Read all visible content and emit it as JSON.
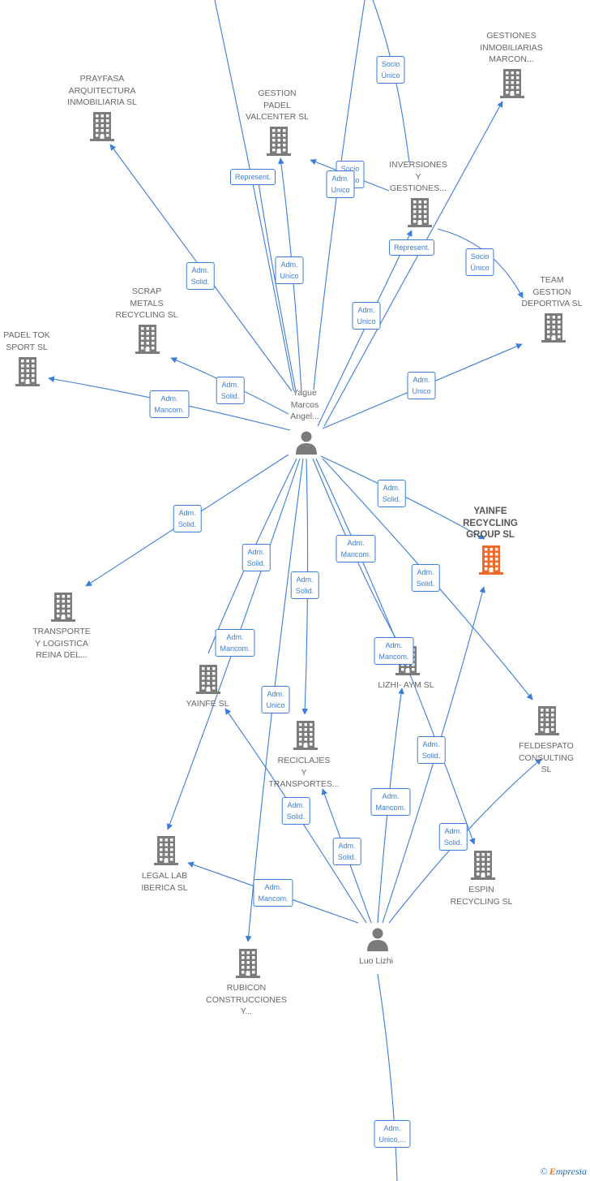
{
  "colors": {
    "edge": "#3b7dd8",
    "building": "#7b7b7b",
    "highlight": "#f06a2b",
    "person": "#7b7b7b"
  },
  "nodes": [
    {
      "id": "prayfasa",
      "type": "company",
      "title": "PRAYFASA\nARQUITECTURA\nINMOBILIARIA SL"
    },
    {
      "id": "gestionpadel",
      "type": "company",
      "title": "GESTION\nPADEL\nVALCENTER SL"
    },
    {
      "id": "gestionesinm",
      "type": "company",
      "title": "GESTIONES\nINMOBILIARIAS\nMARCON..."
    },
    {
      "id": "inversiones",
      "type": "company",
      "title": "INVERSIONES\nY\nGESTIONES..."
    },
    {
      "id": "team",
      "type": "company",
      "title": "TEAM\nGESTION\nDEPORTIVA SL"
    },
    {
      "id": "scrap",
      "type": "company",
      "title": "SCRAP\nMETALS\nRECYCLING SL"
    },
    {
      "id": "padeltok",
      "type": "company",
      "title": "PADEL TOK\nSPORT SL"
    },
    {
      "id": "yague",
      "type": "person",
      "title": "Yague\nMarcos\nAngel..."
    },
    {
      "id": "yainfe_rg",
      "type": "company",
      "highlight": true,
      "title": "YAINFE\nRECYCLING\nGROUP SL"
    },
    {
      "id": "transporte",
      "type": "company",
      "title": "TRANSPORTE\nY LOGISTICA\nREINA DEL..."
    },
    {
      "id": "yainfe",
      "type": "company",
      "title": "YAINFE SL"
    },
    {
      "id": "lizhi",
      "type": "company",
      "title": "LIZHI- AYM SL"
    },
    {
      "id": "feldespato",
      "type": "company",
      "title": "FELDESPATO\nCONSULTING\nSL"
    },
    {
      "id": "reciclajes",
      "type": "company",
      "title": "RECICLAJES\nY\nTRANSPORTES..."
    },
    {
      "id": "legallab",
      "type": "company",
      "title": "LEGAL LAB\nIBERICA SL"
    },
    {
      "id": "espin",
      "type": "company",
      "title": "ESPIN\nRECYCLING SL"
    },
    {
      "id": "luo",
      "type": "person",
      "title": "Luo Lizhi"
    },
    {
      "id": "rubicon",
      "type": "company",
      "title": "RUBICON\nCONSTRUCCIONES\nY..."
    }
  ],
  "edge_labels": [
    {
      "id": "l1",
      "text": "Socio\nÚnico"
    },
    {
      "id": "l2",
      "text": "Represent."
    },
    {
      "id": "l3",
      "text": "Socio\nÚnico"
    },
    {
      "id": "l4",
      "text": "Adm.\nUnico"
    },
    {
      "id": "l5",
      "text": "Represent."
    },
    {
      "id": "l6",
      "text": "Socio\nÚnico"
    },
    {
      "id": "l7",
      "text": "Adm.\nSolid."
    },
    {
      "id": "l8",
      "text": "Adm.\nUnico"
    },
    {
      "id": "l9",
      "text": "Adm.\nUnico"
    },
    {
      "id": "l10",
      "text": "Adm.\nSolid."
    },
    {
      "id": "l11",
      "text": "Adm.\nMancom."
    },
    {
      "id": "l12",
      "text": "Adm.\nUnico"
    },
    {
      "id": "l13",
      "text": "Adm.\nSolid."
    },
    {
      "id": "l14",
      "text": "Adm.\nSolid."
    },
    {
      "id": "l15",
      "text": "Adm.\nSolid."
    },
    {
      "id": "l16",
      "text": "Adm.\nMancom."
    },
    {
      "id": "l17",
      "text": "Adm.\nSolid."
    },
    {
      "id": "l18",
      "text": "Adm.\nSolid."
    },
    {
      "id": "l19",
      "text": "Adm.\nMancom."
    },
    {
      "id": "l20",
      "text": "Adm.\nMancom."
    },
    {
      "id": "l21",
      "text": "Adm.\nUnico"
    },
    {
      "id": "l22",
      "text": "Adm.\nSolid."
    },
    {
      "id": "l23",
      "text": "Adm.\nMancom."
    },
    {
      "id": "l24",
      "text": "Adm.\nSolid."
    },
    {
      "id": "l25",
      "text": "Adm.\nSolid."
    },
    {
      "id": "l26",
      "text": "Adm.\nSolid."
    },
    {
      "id": "l27",
      "text": "Adm.\nMancom."
    },
    {
      "id": "l28",
      "text": "Adm.\nUnico,..."
    }
  ],
  "watermark": {
    "symbol": "©",
    "brand_initial": "E",
    "brand_rest": "mpresia"
  }
}
